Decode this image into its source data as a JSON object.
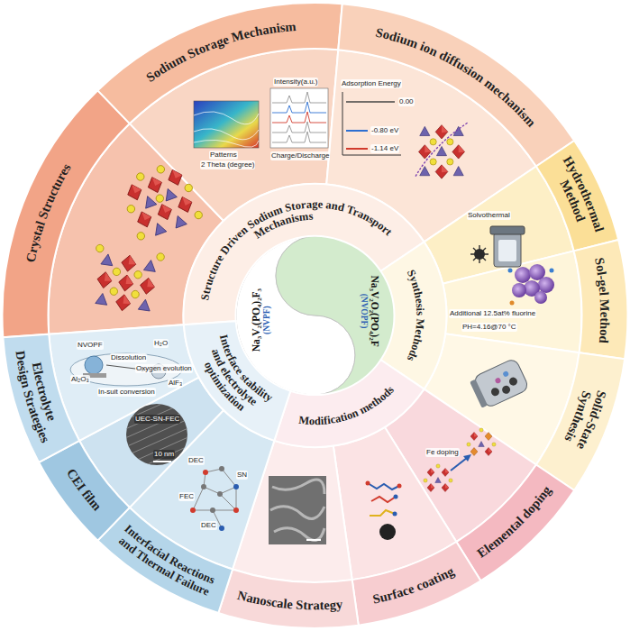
{
  "diagram": {
    "nodes": [
      {
        "text": [
          "Na₃V₂(PO₄)₂F₃",
          "(NVPF)"
        ]
      },
      {
        "text": [
          "Na₃V₂O₂(PO₄)₂F",
          "(NVOPF)"
        ]
      },
      {
        "text": [
          "Structure Driven Sodium Storage and Transport Mechanisms"
        ]
      },
      {
        "text": [
          "Synthesis Methods"
        ]
      },
      {
        "text": [
          "Modification methods"
        ]
      },
      {
        "text": [
          "Interface stability and electrolyte optimization"
        ]
      },
      {
        "text": [
          "Crystal Structures"
        ]
      },
      {
        "text": [
          "Sodium Storage Mechanism"
        ]
      },
      {
        "text": [
          "Sodium ion diffusion mechanism"
        ]
      },
      {
        "text": [
          "Hydrothermal Method"
        ]
      },
      {
        "text": [
          "Sol-gel Method"
        ]
      },
      {
        "text": [
          "Solid-State Synthesis"
        ]
      },
      {
        "text": [
          "Elemental doping"
        ]
      },
      {
        "text": [
          "Surface coating"
        ]
      },
      {
        "text": [
          "Nanoscale Strategy"
        ]
      },
      {
        "text": [
          "Interfacial Reactions and Thermal Failure"
        ]
      },
      {
        "text": [
          "CEI film"
        ]
      },
      {
        "text": [
          "Electrolyte Design Strategies"
        ]
      }
    ],
    "labels": [
      "Intensity(a.u.)",
      "Patterns",
      "2 Theta (degree)",
      "Charge/Discharge",
      "Adsorption Energy",
      "0.00",
      "-0.80 eV",
      "-1.14 eV",
      "Solvothermal",
      "Additional 12.5at% fluorine",
      "PH=4.16@70 °C",
      "Fe doping",
      "DEC",
      "SN",
      "FEC",
      "DEC",
      "UEC-SN-FEC",
      "10 nm",
      "NVOPF",
      "H₂O",
      "Dissolution",
      "Oxygen evolution",
      "Al₂O₃",
      "In-suit conversion",
      "AlF₃"
    ]
  }
}
